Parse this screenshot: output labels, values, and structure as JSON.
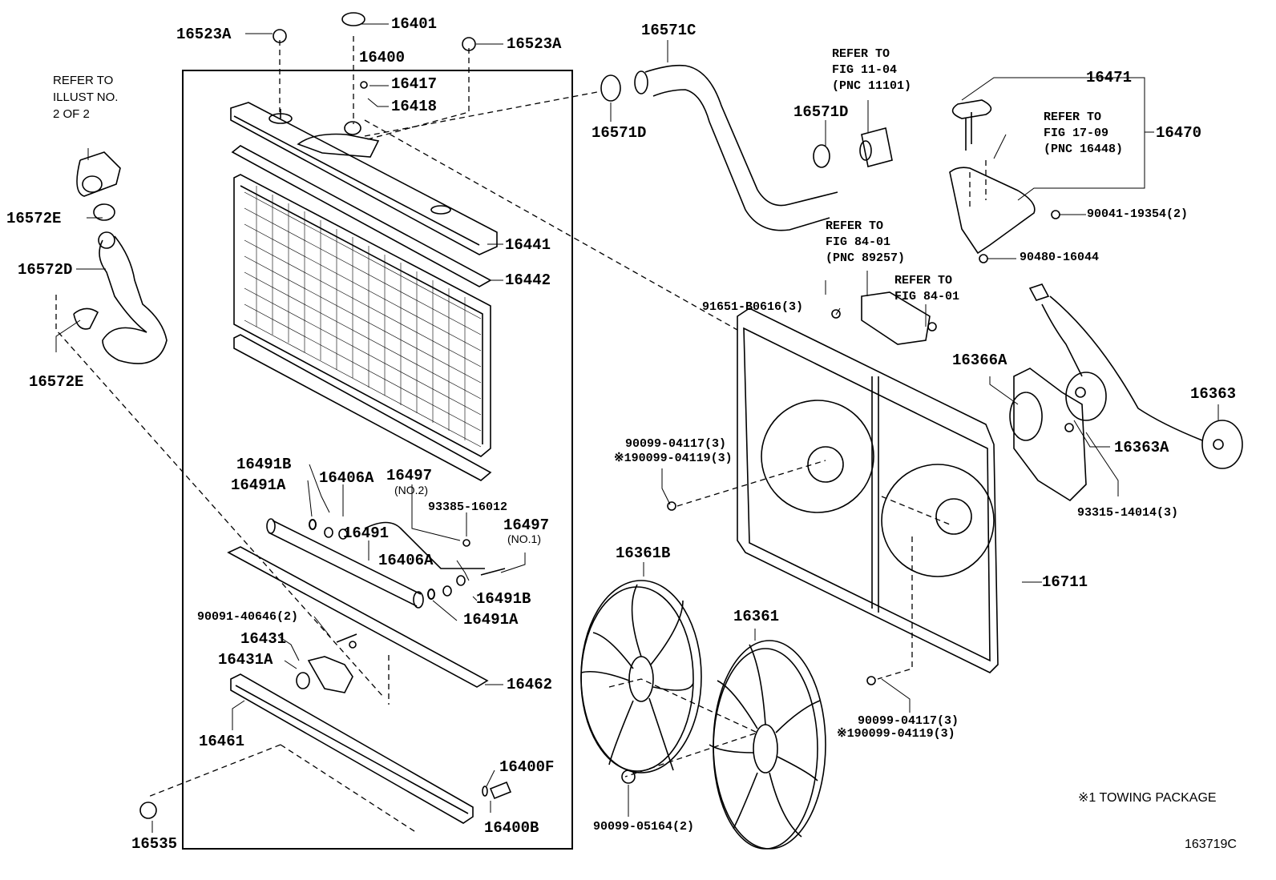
{
  "diagram": {
    "title_code": "163719C",
    "footnote": "※1 TOWING PACKAGE",
    "refs": {
      "illust": "REFER TO\nILLUST NO.\n2 OF 2",
      "fig_11_04": "REFER TO\nFIG 11-04\n(PNC 11101)",
      "fig_17_09": "REFER TO\nFIG 17-09\n(PNC 16448)",
      "fig_84_01_a": "REFER TO\nFIG 84-01\n(PNC 89257)",
      "fig_84_01_b": "REFER TO\nFIG 84-01"
    },
    "parts": {
      "p16523A_left": "16523A",
      "p16401": "16401",
      "p16523A_right": "16523A",
      "p16400": "16400",
      "p16417": "16417",
      "p16418": "16418",
      "p16571C": "16571C",
      "p16571D_left": "16571D",
      "p16571D_right": "16571D",
      "p16471": "16471",
      "p16470": "16470",
      "p90041": "90041-19354(2)",
      "p90480": "90480-16044",
      "p16572E_top": "16572E",
      "p16572D": "16572D",
      "p16572E_bottom": "16572E",
      "p16441": "16441",
      "p16442": "16442",
      "p91651": "91651-B0616(3)",
      "p16366A": "16366A",
      "p16363": "16363",
      "p16363A": "16363A",
      "p93315": "93315-14014(3)",
      "p90099_04117_top": "90099-04117(3)",
      "p90099_04119_top": "※190099-04119(3)",
      "p16491B_top": "16491B",
      "p16491A_top": "16491A",
      "p16406A_top": "16406A",
      "p16497_no2": "16497",
      "p16497_no2_sub": "(NO.2)",
      "p93385": "93385-16012",
      "p16497_no1": "16497",
      "p16497_no1_sub": "(NO.1)",
      "p16491": "16491",
      "p16406A_bottom": "16406A",
      "p16491B_bottom": "16491B",
      "p16491A_bottom": "16491A",
      "p16711": "16711",
      "p16361B": "16361B",
      "p16361": "16361",
      "p90091": "90091-40646(2)",
      "p16431": "16431",
      "p16431A": "16431A",
      "p16462": "16462",
      "p16461": "16461",
      "p90099_04117_bottom": "90099-04117(3)",
      "p90099_04119_bottom": "※190099-04119(3)",
      "p16400F": "16400F",
      "p16400B": "16400B",
      "p90099_05164": "90099-05164(2)",
      "p16535": "16535"
    }
  }
}
